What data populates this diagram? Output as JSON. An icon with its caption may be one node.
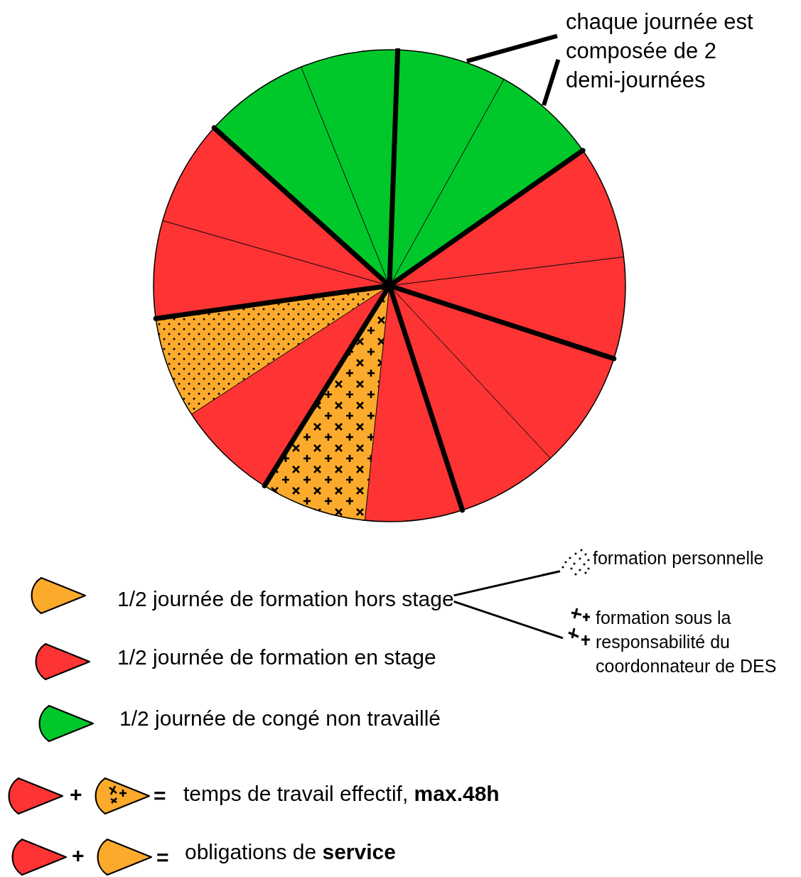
{
  "diagram": {
    "nodes": [
      {
        "text": [
          "chaque journée est composée de 2 demi-journées"
        ]
      },
      {
        "text": [],
        "shape": "circle"
      },
      {
        "text": [
          "1/2 journée de formation hors stage"
        ]
      },
      {
        "text": [
          "formation personnelle"
        ]
      },
      {
        "text": [
          "formation sous la responsabilité du coordonnateur de DES"
        ]
      }
    ],
    "edges": [
      {
        "from": 0,
        "to": 1,
        "arrow": "none",
        "style": "thick"
      },
      {
        "from": 0,
        "to": 1,
        "arrow": "none",
        "style": "thick"
      },
      {
        "from": 2,
        "to": 3,
        "arrow": "none"
      },
      {
        "from": 2,
        "to": 4,
        "arrow": "none"
      }
    ],
    "labels": [
      "+",
      "=",
      "temps de travail effectif, **max.48h**",
      "+",
      "=",
      "obligations de **service**"
    ],
    "legend": [
      {
        "text": "1/2 journée de formation en stage",
        "color": "#fe3333"
      },
      {
        "text": "1/2 journée de congé non travaillé",
        "color": "#00c82a"
      }
    ]
  }
}
